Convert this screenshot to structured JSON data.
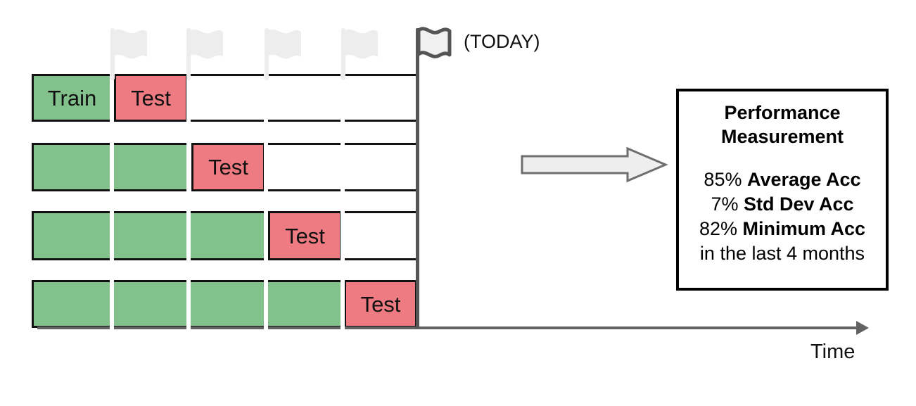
{
  "diagram": {
    "type": "walk-forward-validation-timeline",
    "today_marker": {
      "icon": "flag-icon",
      "label": "(TODAY)"
    },
    "axis": {
      "label": "Time",
      "icon": "arrow-right-icon"
    },
    "flow_arrow": {
      "icon": "block-arrow-right-icon"
    },
    "labels": {
      "train": "Train",
      "test": "Test"
    },
    "folds": [
      {
        "name": "fold-1",
        "train_months": 1,
        "test_month": 2,
        "train_label": "Train",
        "test_label": "Test"
      },
      {
        "name": "fold-2",
        "train_months": 2,
        "test_month": 3,
        "train_label": "",
        "test_label": "Test"
      },
      {
        "name": "fold-3",
        "train_months": 3,
        "test_month": 4,
        "train_label": "",
        "test_label": "Test"
      },
      {
        "name": "fold-4",
        "train_months": 4,
        "test_month": 5,
        "train_label": "",
        "test_label": "Test"
      }
    ],
    "colors": {
      "train_fill": "#82c18c",
      "test_fill": "#ee7b81",
      "block_stroke": "#111111",
      "flag_gray": "#ededed",
      "today_gray": "#555555",
      "axis_gray": "#636363"
    }
  },
  "performance": {
    "title_line1": "Performance",
    "title_line2": "Measurement",
    "stats": [
      {
        "value": "85%",
        "label": "Average Acc"
      },
      {
        "value": "7%",
        "label": "Std Dev Acc"
      },
      {
        "value": "82%",
        "label": "Minimum Acc"
      }
    ],
    "footer": "in the last 4 months"
  }
}
